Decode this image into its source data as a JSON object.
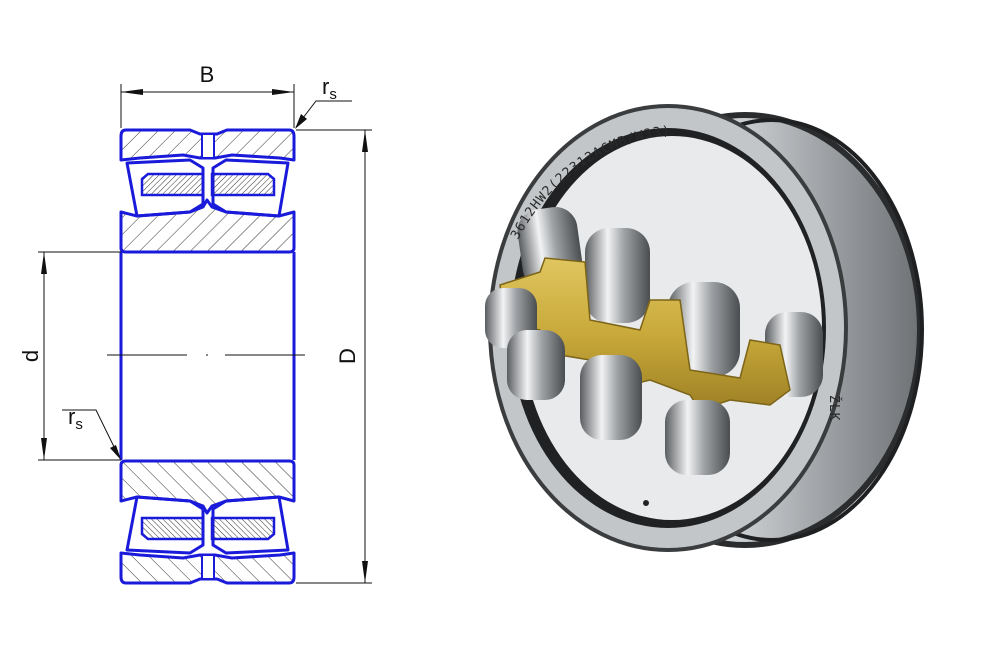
{
  "drawing": {
    "title": "",
    "labels": {
      "width": "B",
      "outer_diameter": "D",
      "bore_diameter": "d",
      "chamfer_top": "r",
      "chamfer_top_sub": "s",
      "chamfer_bottom": "r",
      "chamfer_bottom_sub": "s"
    },
    "line_color": "#1a1adb"
  },
  "photo": {
    "ring_marking": "3612HW2(22312ACMB/W33)",
    "brand_marking": "ŽLK",
    "cage_color": "#c8a93a",
    "steel_color": "#b9bcbf"
  }
}
